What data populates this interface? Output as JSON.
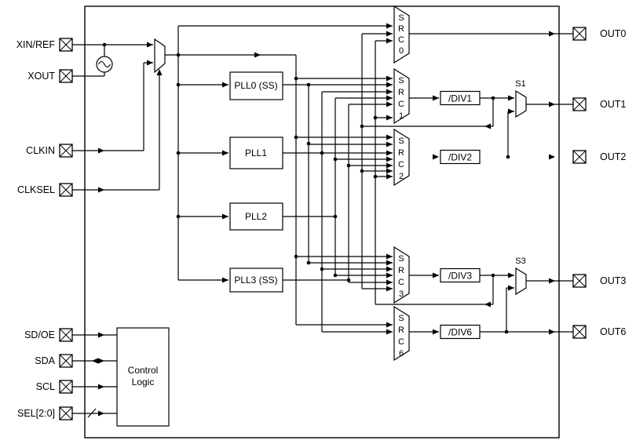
{
  "diagram_title": "clock-generator-block-diagram",
  "colors": {
    "line": "#000000",
    "background": "#ffffff",
    "block_fill": "#ffffff"
  },
  "inputs": [
    "XIN/REF",
    "XOUT",
    "CLKIN",
    "CLKSEL",
    "SD/OE",
    "SDA",
    "SCL",
    "SEL[2:0]"
  ],
  "outputs": [
    "OUT0",
    "OUT1",
    "OUT2",
    "OUT3",
    "OUT6"
  ],
  "plls": [
    "PLL0 (SS)",
    "PLL1",
    "PLL2",
    "PLL3 (SS)"
  ],
  "srcs": [
    [
      "S",
      "R",
      "C",
      "0"
    ],
    [
      "S",
      "R",
      "C",
      "1"
    ],
    [
      "S",
      "R",
      "C",
      "2"
    ],
    [
      "S",
      "R",
      "C",
      "3"
    ],
    [
      "S",
      "R",
      "C",
      "6"
    ]
  ],
  "dividers": [
    "/DIV1",
    "/DIV2",
    "/DIV3",
    "/DIV6"
  ],
  "sel_muxes": [
    "S1",
    "S3"
  ],
  "control_logic": [
    "Control",
    "Logic"
  ]
}
